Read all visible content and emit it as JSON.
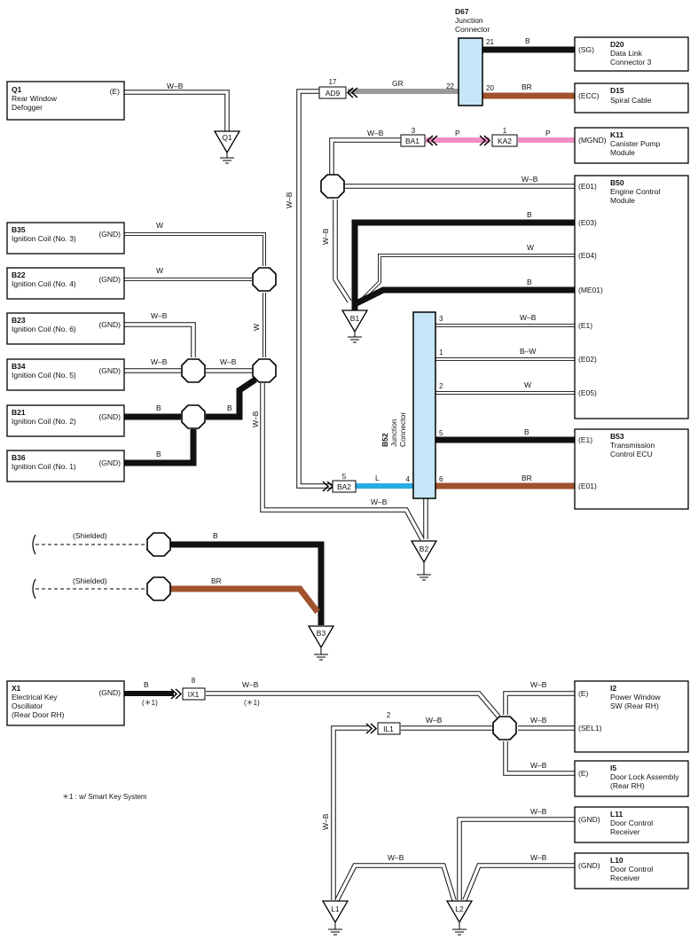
{
  "footnote": "＊1 : w/ Smart Key System",
  "components": {
    "q1": {
      "code": "Q1",
      "name": "Rear Window",
      "name2": "Defogger",
      "pin": "(E)"
    },
    "d67": {
      "code": "D67",
      "name": "Junction",
      "name2": "Connector"
    },
    "d20": {
      "code": "D20",
      "name": "Data Link",
      "name2": "Connector 3",
      "pin": "(SG)"
    },
    "d15": {
      "code": "D15",
      "name": "Spiral Cable",
      "pin": "(ECC)"
    },
    "k11": {
      "code": "K11",
      "name": "Canister Pump",
      "name2": "Module",
      "pin": "(MGND)"
    },
    "b50": {
      "code": "B50",
      "name": "Engine Control",
      "name2": "Module",
      "pins": [
        "(E01)",
        "(E03)",
        "(E04)",
        "(ME01)",
        "(E1)",
        "(E02)",
        "(E05)"
      ]
    },
    "b53": {
      "code": "B53",
      "name": "Transmission",
      "name2": "Control ECU",
      "pins": [
        "(E1)",
        "(E01)"
      ]
    },
    "b52": {
      "code": "B52",
      "name": "Junction",
      "name2": "Connector"
    },
    "b35": {
      "code": "B35",
      "name": "Ignition Coil (No. 3)",
      "pin": "(GND)"
    },
    "b22": {
      "code": "B22",
      "name": "Ignition Coil (No. 4)",
      "pin": "(GND)"
    },
    "b23": {
      "code": "B23",
      "name": "Ignition Coil (No. 6)",
      "pin": "(GND)"
    },
    "b34": {
      "code": "B34",
      "name": "Ignition Coil (No. 5)",
      "pin": "(GND)"
    },
    "b21": {
      "code": "B21",
      "name": "Ignition Coil (No. 2)",
      "pin": "(GND)"
    },
    "b36": {
      "code": "B36",
      "name": "Ignition Coil (No. 1)",
      "pin": "(GND)"
    },
    "x1": {
      "code": "X1",
      "name": "Electrical Key",
      "name2": "Oscillator",
      "name3": "(Rear Door RH)",
      "pin": "(GND)"
    },
    "i2": {
      "code": "I2",
      "name": "Power Window",
      "name2": "SW (Rear RH)",
      "pins": [
        "(E)",
        "(SEL1)"
      ]
    },
    "i5": {
      "code": "I5",
      "name": "Door Lock Assembly",
      "name2": "(Rear RH)",
      "pin": "(E)"
    },
    "l11": {
      "code": "L11",
      "name": "Door Control",
      "name2": "Receiver",
      "pin": "(GND)"
    },
    "l10": {
      "code": "L10",
      "name": "Door Control",
      "name2": "Receiver",
      "pin": "(GND)"
    }
  },
  "connectors": {
    "ad9": {
      "label": "AD9",
      "pin": "17"
    },
    "ba1": {
      "label": "BA1",
      "pin": "3"
    },
    "ka2": {
      "label": "KA2",
      "pin": "1"
    },
    "ba2": {
      "label": "BA2",
      "pin": "5"
    },
    "ix1": {
      "label": "IX1",
      "pin": "8"
    },
    "il1": {
      "label": "IL1",
      "pin": "2"
    }
  },
  "grounds": [
    "Q1",
    "B1",
    "B2",
    "B3",
    "L1",
    "L2"
  ],
  "junction_pins": {
    "d67": [
      "21",
      "22",
      "20"
    ],
    "b52": [
      "3",
      "1",
      "2",
      "5",
      "4",
      "6"
    ]
  },
  "wire_colors": {
    "B": "B",
    "BR": "BR",
    "GR": "GR",
    "P": "P",
    "W": "W",
    "WB": "W–B",
    "BW": "B–W",
    "L": "L"
  },
  "notes": {
    "shielded": "(Shielded)",
    "smart": "(＊1)"
  },
  "colors": {
    "black": "#111111",
    "brown": "#a0522d",
    "gray": "#999999",
    "pink": "#ef8fc3",
    "blue": "#29abe2",
    "junction": "#c5e6f7"
  }
}
